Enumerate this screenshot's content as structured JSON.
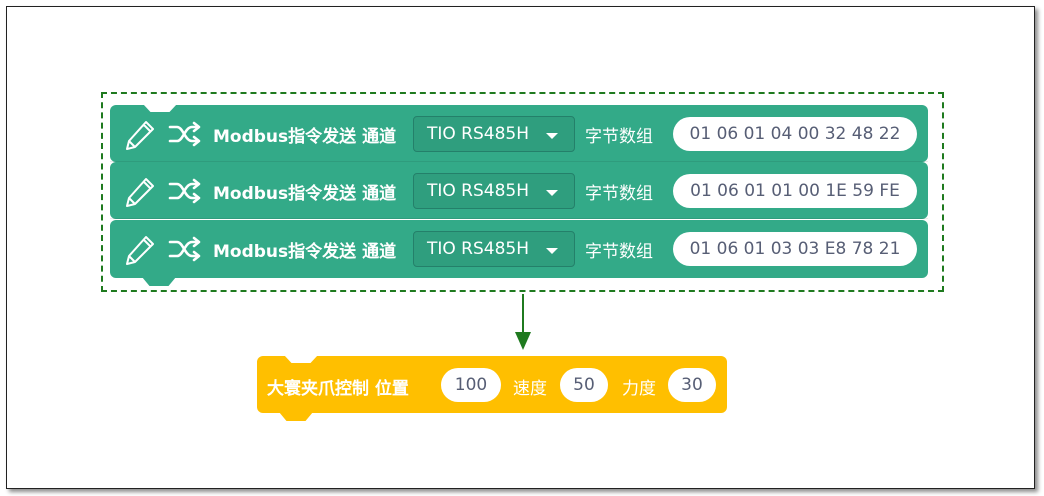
{
  "colors": {
    "modbus_block": "#33aa88",
    "gripper_block": "#ffbf00",
    "selection_border": "#1f7a1f",
    "pill_text": "#575e75"
  },
  "modbus_blocks": [
    {
      "icon_edit": "pencil-icon",
      "icon_shuffle": "shuffle-icon",
      "label": "Modbus指令发送 通道",
      "channel": "TIO RS485H",
      "bytes_label": "字节数组",
      "bytes": "01 06 01 04 00 32 48 22"
    },
    {
      "icon_edit": "pencil-icon",
      "icon_shuffle": "shuffle-icon",
      "label": "Modbus指令发送 通道",
      "channel": "TIO RS485H",
      "bytes_label": "字节数组",
      "bytes": "01 06 01 01 00 1E 59 FE"
    },
    {
      "icon_edit": "pencil-icon",
      "icon_shuffle": "shuffle-icon",
      "label": "Modbus指令发送 通道",
      "channel": "TIO RS485H",
      "bytes_label": "字节数组",
      "bytes": "01 06 01 03 03 E8 78 21"
    }
  ],
  "gripper_block": {
    "title": "大寰夹爪控制 位置",
    "position": "100",
    "speed_label": "速度",
    "speed": "50",
    "force_label": "力度",
    "force": "30"
  }
}
